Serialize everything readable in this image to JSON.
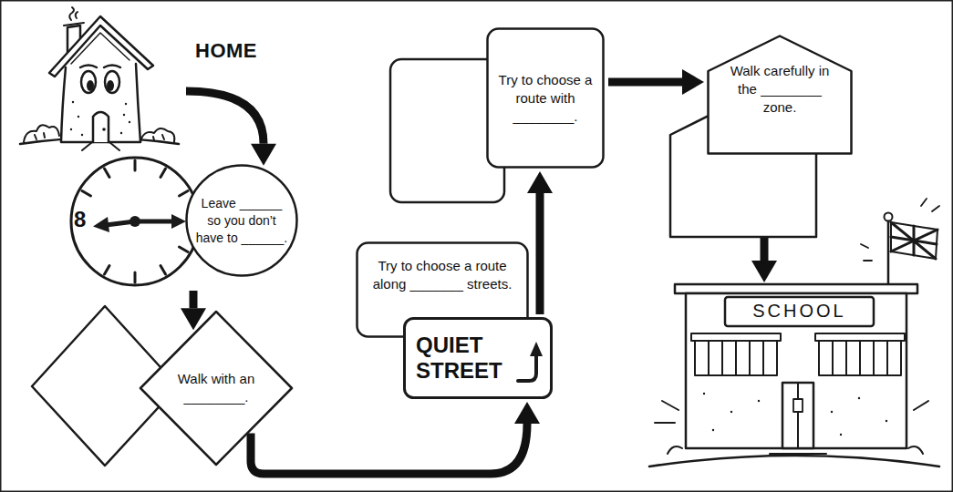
{
  "diagram": {
    "nodes": [
      {
        "text": [
          "HOME"
        ]
      },
      {
        "text": [
          "8"
        ]
      },
      {
        "text": [
          "Leave ______ so you don’t have to ______."
        ]
      },
      {
        "text": [
          "Walk with an ________."
        ]
      },
      {
        "text": [
          "Try to choose a route along _______ streets."
        ]
      },
      {
        "text": [
          "QUIET STREET"
        ]
      },
      {
        "text": [
          "Try to choose a route with ________."
        ]
      },
      {
        "text": [
          "Walk carefully in the ________ zone."
        ]
      },
      {
        "text": [
          "SCHOOL"
        ]
      }
    ],
    "edges": [
      {
        "from": 0,
        "to": 2,
        "arrow": "to"
      },
      {
        "from": 1,
        "to": 3,
        "arrow": "to"
      },
      {
        "from": 3,
        "to": 5,
        "arrow": "to"
      },
      {
        "from": 5,
        "to": 6,
        "arrow": "to"
      },
      {
        "from": 6,
        "to": 7,
        "arrow": "to"
      },
      {
        "from": 7,
        "to": 8,
        "arrow": "to"
      }
    ]
  }
}
